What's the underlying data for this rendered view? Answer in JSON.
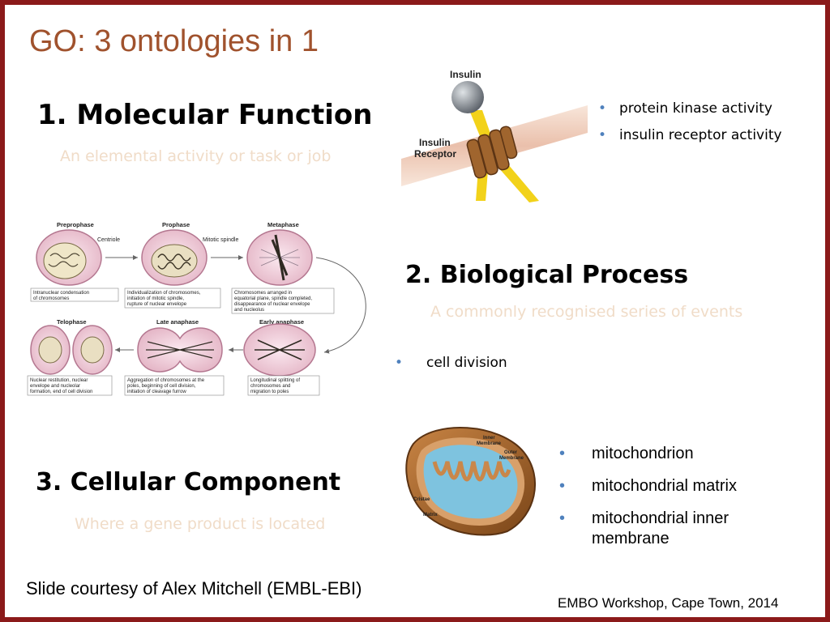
{
  "slide": {
    "title": "GO: 3 ontologies in 1"
  },
  "molecular_function": {
    "heading": "1. Molecular Function",
    "description": "An elemental activity or task or job",
    "bullets": [
      "protein kinase activity",
      "insulin receptor activity"
    ],
    "image_labels": {
      "ligand": "Insulin",
      "receptor_line1": "Insulin",
      "receptor_line2": "Receptor"
    }
  },
  "biological_process": {
    "heading": "2. Biological Process",
    "description": "A commonly recognised series of events",
    "bullets": [
      "cell division"
    ],
    "stages": [
      "Preprophase",
      "Prophase",
      "Metaphase",
      "Telophase",
      "Late anaphase",
      "Early anaphase"
    ],
    "stage_callouts": [
      "Centriole",
      "Mitotic spindle"
    ],
    "stage_captions": [
      [
        "Intranuclear condensation",
        "of chromosomes"
      ],
      [
        "Individualization of chromosomes,",
        "initiation of mitotic spindle,",
        "rupture of nuclear envelope"
      ],
      [
        "Chromosomes arranged in",
        "equatorial plane, spindle completed,",
        "disappearance of nuclear envelope",
        "and nucleolus"
      ],
      [
        "Nuclear restitution, nuclear",
        "envelope and nucleolar",
        "formation, end of cell division"
      ],
      [
        "Aggregation of chromosomes at the",
        "poles, beginning of cell division,",
        "initiation of cleavage furrow"
      ],
      [
        "Longitudinal splitting of",
        "chromosomes and",
        "migration to poles"
      ]
    ]
  },
  "cellular_component": {
    "heading": "3. Cellular Component",
    "description": "Where a gene product is located",
    "bullets": [
      "mitochondrion",
      "mitochondrial matrix",
      "mitochondrial inner membrane"
    ],
    "image_labels": {
      "inner_1": "Inner",
      "inner_2": "Membrane",
      "outer_1": "Outer",
      "outer_2": "Membrane",
      "cristae": "Cristae",
      "matrix": "Matrix"
    }
  },
  "footer": {
    "credit": "Slide courtesy of Alex Mitchell (EMBL-EBI)",
    "event": "EMBO Workshop, Cape Town, 2014"
  },
  "colors": {
    "frame": "#8b1a1a",
    "title": "#a0522d",
    "bullet": "#4f81bd",
    "description": "#f0dcc8"
  }
}
